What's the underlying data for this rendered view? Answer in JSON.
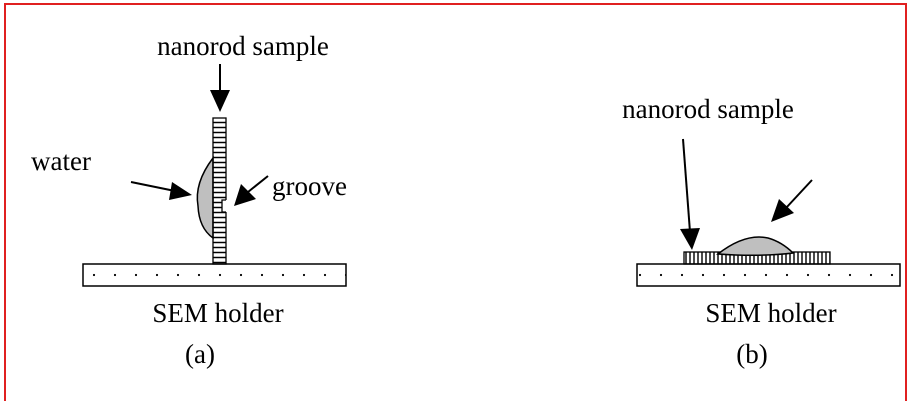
{
  "panel_a": {
    "sample_label": "nanorod sample",
    "water_label": "water",
    "groove_label": "groove",
    "holder_label": "SEM holder",
    "caption": "(a)"
  },
  "panel_b": {
    "sample_label": "nanorod sample",
    "holder_label": "SEM holder",
    "caption": "(b)"
  },
  "colors": {
    "frame": "#e02020",
    "water_fill": "#bfbfbf",
    "ink": "#000000"
  }
}
